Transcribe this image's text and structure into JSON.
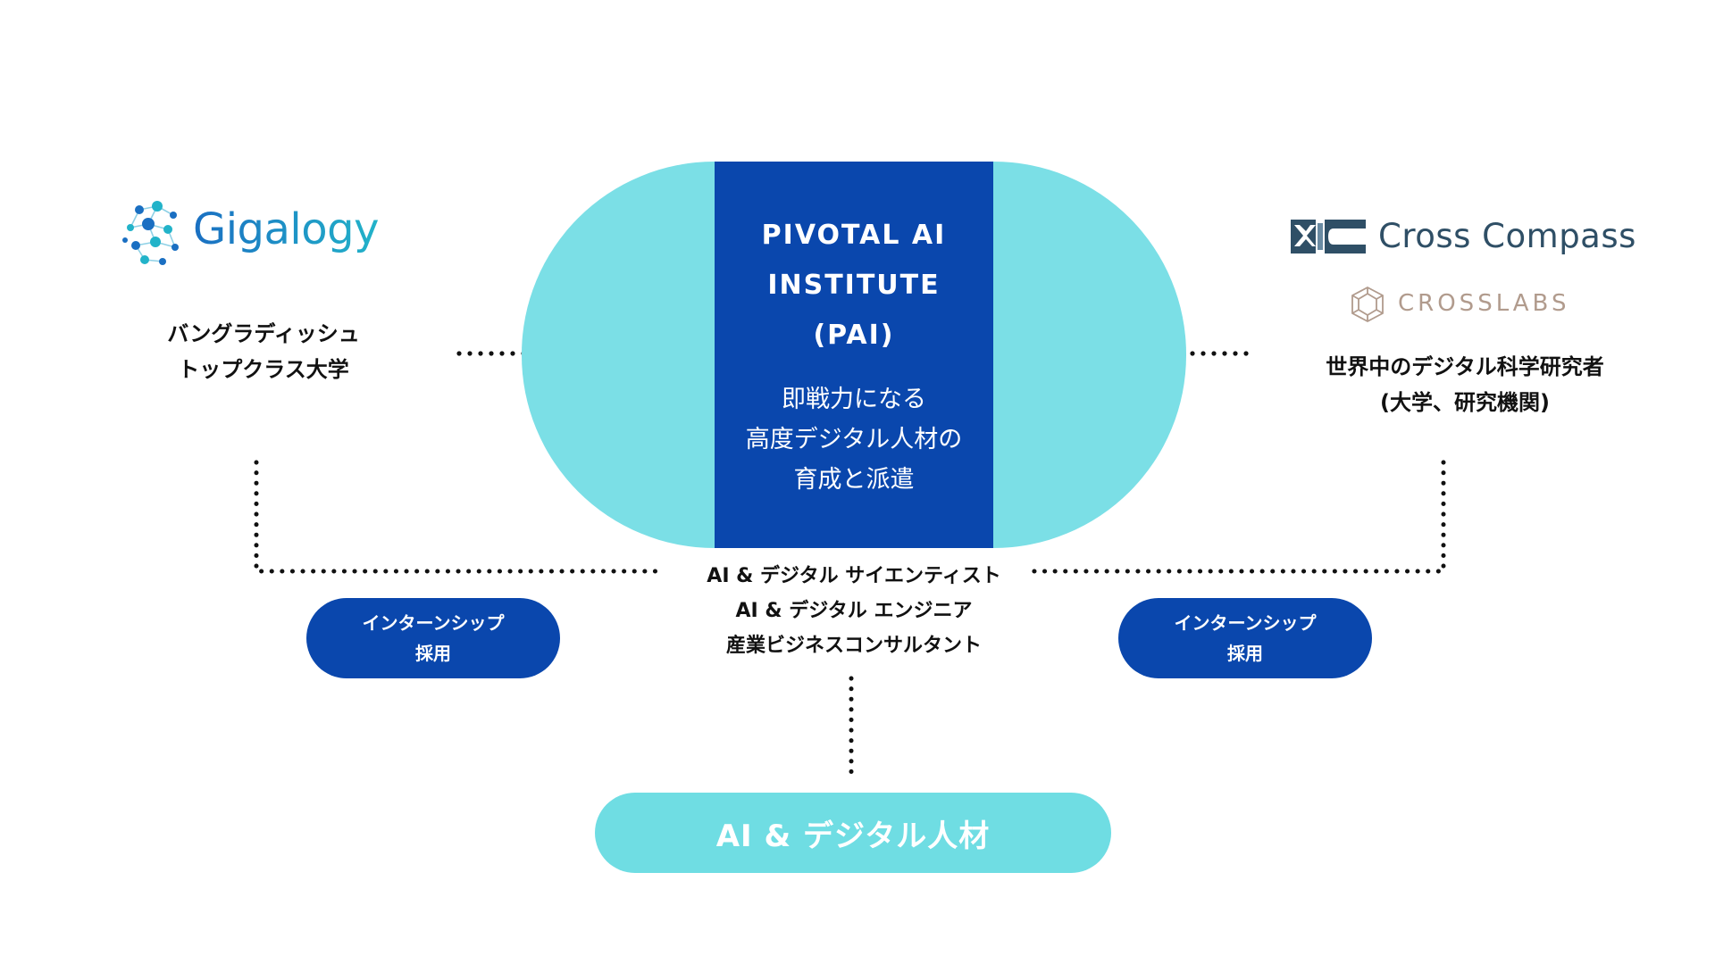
{
  "colors": {
    "cyan": "#7bdfe6",
    "navy": "#0a47ad",
    "gigalogy_blue": "#1a6fc2",
    "gigalogy_teal": "#22b3c9",
    "crosscompass_dark": "#2f4f66",
    "crosslabs_tan": "#b19b8d"
  },
  "center": {
    "title_lines": [
      "PIVOTAL AI",
      "INSTITUTE",
      "(PAI)"
    ],
    "desc_lines": [
      "即戦力になる",
      "高度デジタル人材の",
      "育成と派遣"
    ]
  },
  "left": {
    "logo_text": "Gigalogy",
    "label_lines": [
      "バングラディッシュ",
      "トップクラス大学"
    ],
    "pill_lines": [
      "インターンシップ",
      "採用"
    ]
  },
  "right": {
    "logo1_text": "Cross Compass",
    "logo2_text": "CROSSLABS",
    "label_lines": [
      "世界中のデジタル科学研究者",
      "(大学、研究機関)"
    ],
    "pill_lines": [
      "インターンシップ",
      "採用"
    ]
  },
  "roles_lines": [
    "AI & デジタル サイエンティスト",
    "AI & デジタル エンジニア",
    "産業ビジネスコンサルタント"
  ],
  "bottom": {
    "label": "AI & デジタル人材"
  },
  "icons": [
    "gigalogy-logo-icon",
    "crosscompass-logo-icon",
    "crosslabs-logo-icon"
  ]
}
